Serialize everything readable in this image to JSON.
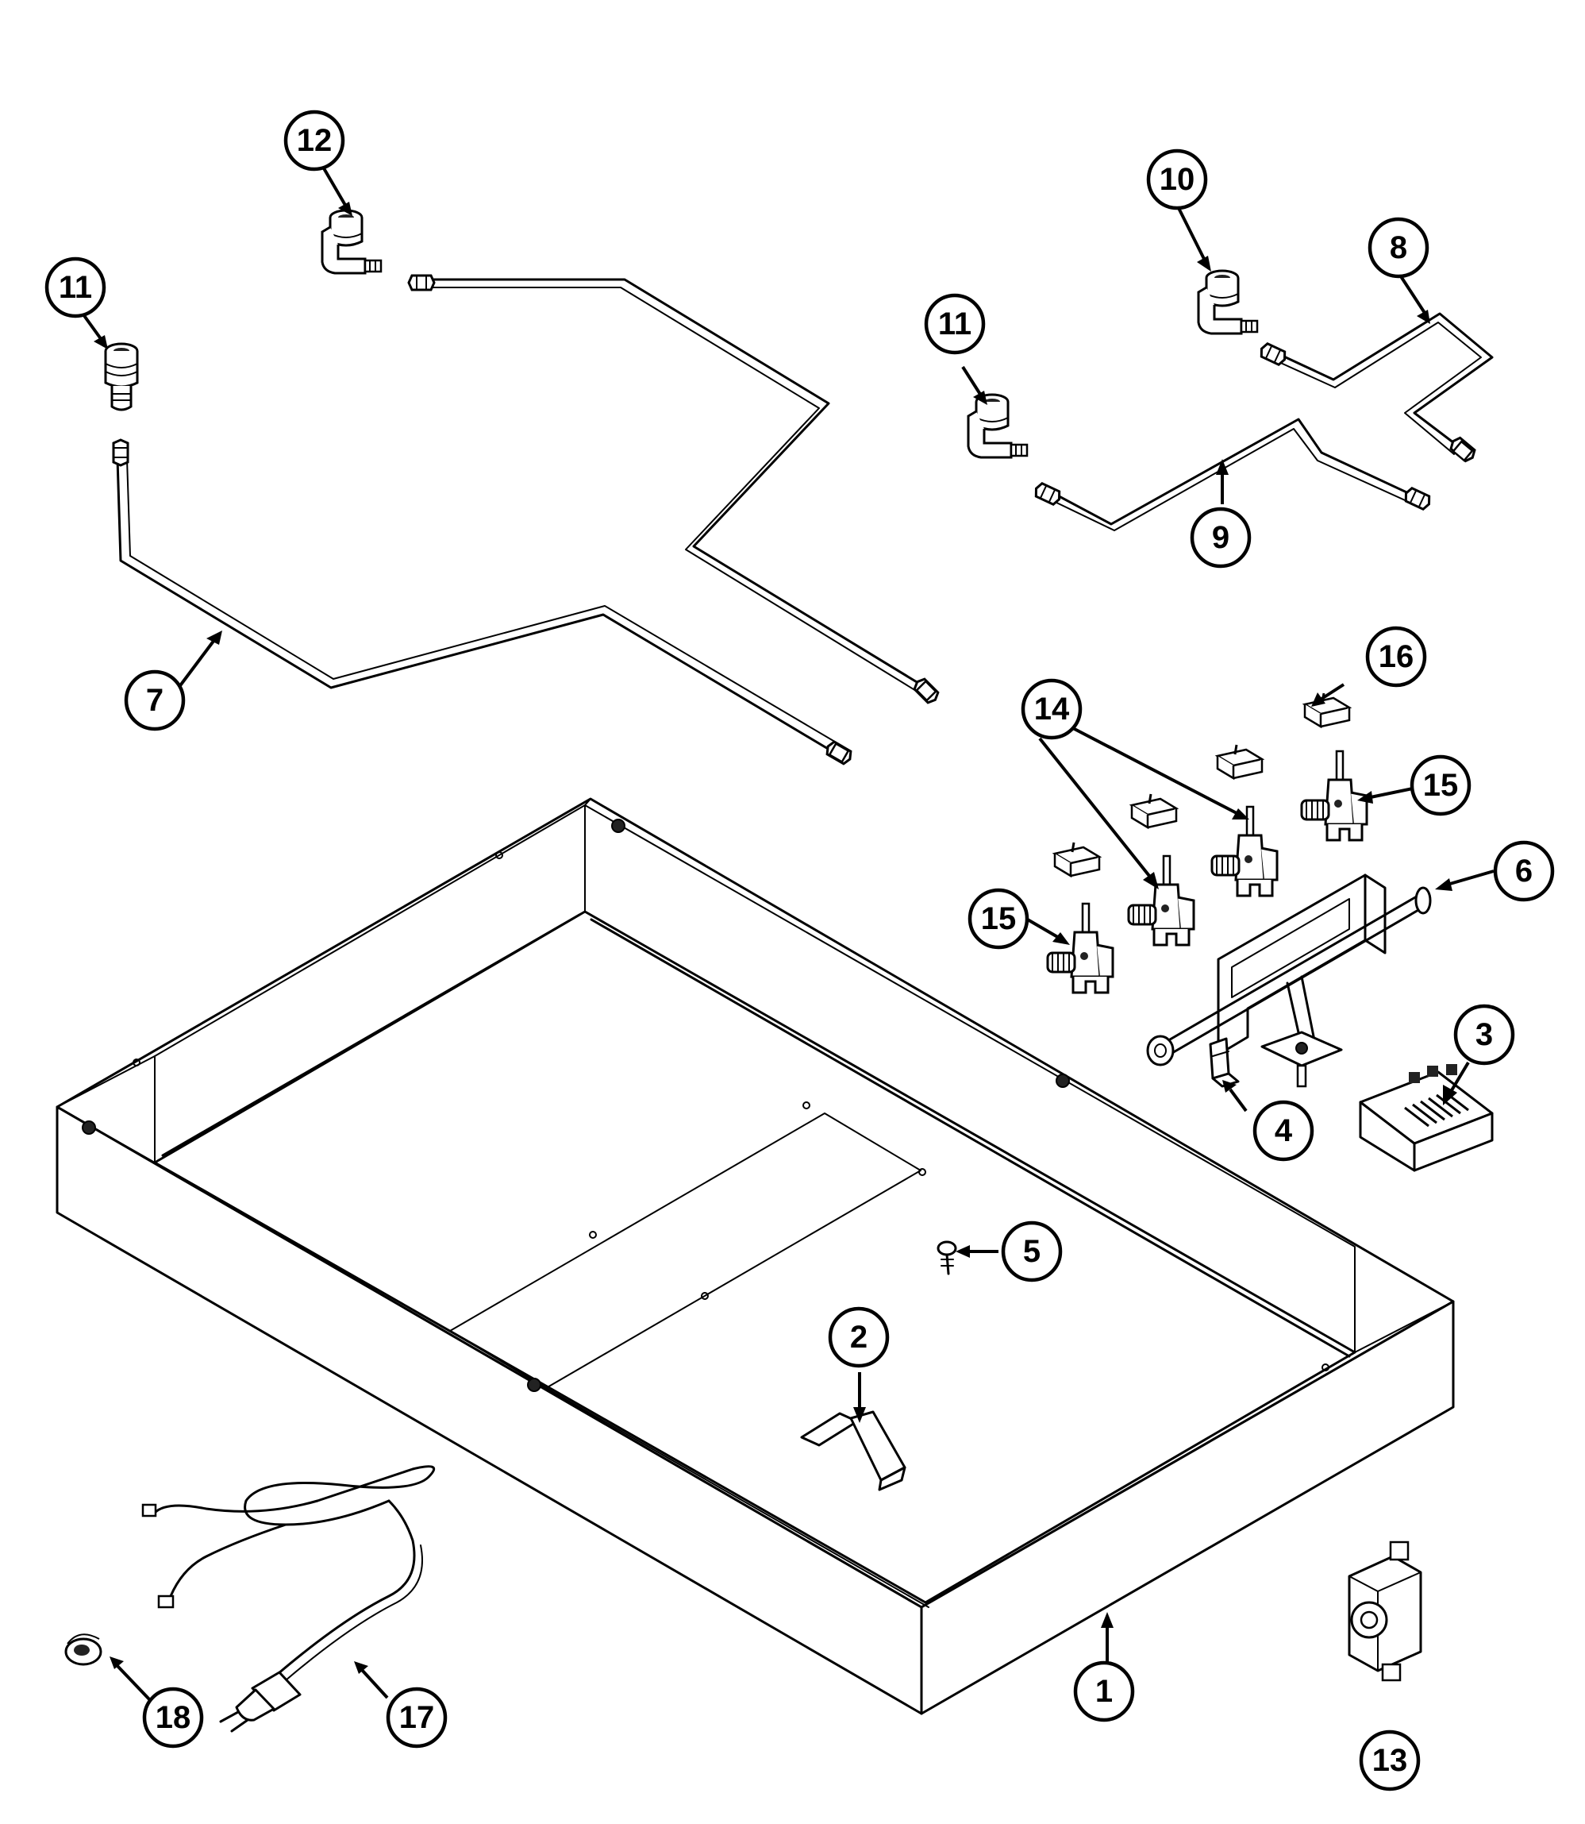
{
  "callouts": [
    {
      "id": "c1",
      "label": "1"
    },
    {
      "id": "c2",
      "label": "2"
    },
    {
      "id": "c3",
      "label": "3"
    },
    {
      "id": "c4",
      "label": "4"
    },
    {
      "id": "c5",
      "label": "5"
    },
    {
      "id": "c6",
      "label": "6"
    },
    {
      "id": "c7",
      "label": "7"
    },
    {
      "id": "c8",
      "label": "8"
    },
    {
      "id": "c9",
      "label": "9"
    },
    {
      "id": "c10",
      "label": "10"
    },
    {
      "id": "c11a",
      "label": "11"
    },
    {
      "id": "c11b",
      "label": "11"
    },
    {
      "id": "c12",
      "label": "12"
    },
    {
      "id": "c13",
      "label": "13"
    },
    {
      "id": "c14",
      "label": "14"
    },
    {
      "id": "c15a",
      "label": "15"
    },
    {
      "id": "c15b",
      "label": "15"
    },
    {
      "id": "c16",
      "label": "16"
    },
    {
      "id": "c17",
      "label": "17"
    },
    {
      "id": "c18",
      "label": "18"
    }
  ]
}
